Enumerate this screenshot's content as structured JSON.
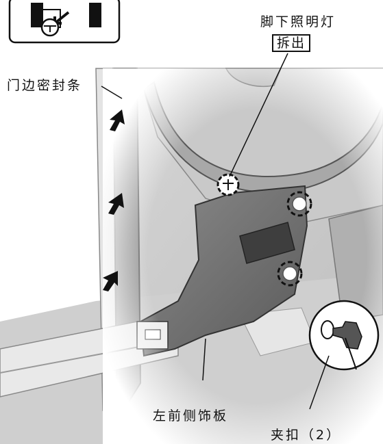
{
  "labels": {
    "footwell_light": "脚下照明灯",
    "removal_action": "拆出",
    "door_seal": "门边密封条",
    "left_front_side_trim": "左前侧饰板",
    "clip": "夹扣（2）"
  },
  "icons": {
    "inset": "light-removal-detail-icon",
    "zoom": "clip-detail-icon",
    "arrow": "push-arrow-icon",
    "circle": "clip-location-circle"
  }
}
